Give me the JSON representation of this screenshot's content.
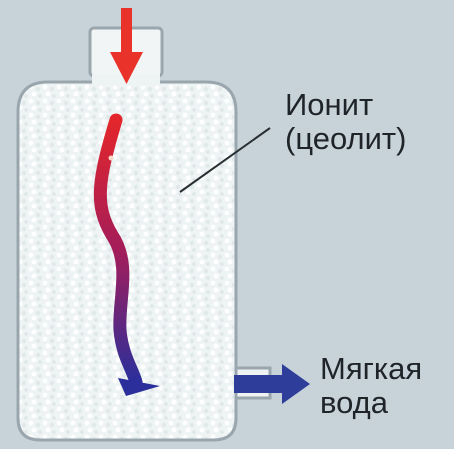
{
  "diagram": {
    "ionite_label": {
      "line1": "Ионит",
      "line2": "(цеолит)"
    },
    "output_label": {
      "line1": "Мягкая",
      "line2": "вода"
    },
    "colors": {
      "background": "#c8d3d9",
      "vessel_fill": "#f1f5f6",
      "vessel_outline": "#9aa6ad",
      "inlet_arrow": "#e8322a",
      "flow_start": "#e3262b",
      "flow_end": "#2a2f9c",
      "outlet_arrow": "#2f3d9a",
      "text": "#1f2429"
    }
  }
}
